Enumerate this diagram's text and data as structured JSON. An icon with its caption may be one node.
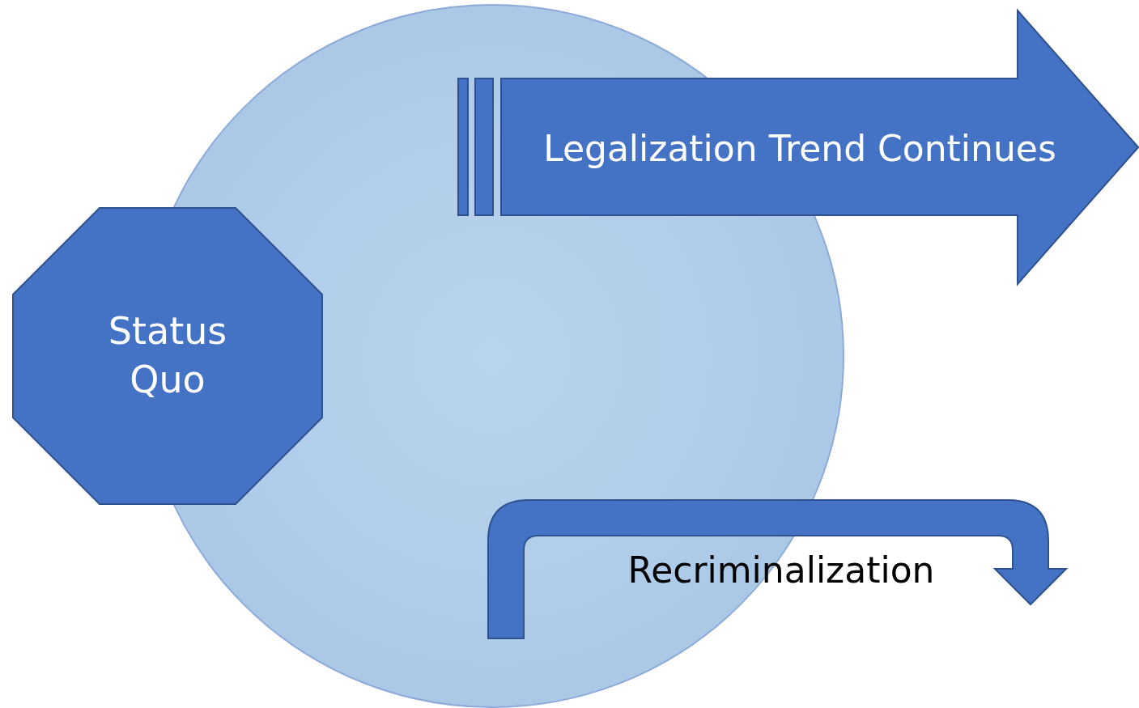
{
  "diagram": {
    "nodes": [
      {
        "text": [],
        "shape": "circle"
      },
      {
        "text": [
          "Status Quo"
        ]
      },
      {
        "text": [
          "Legalization Trend Continues"
        ]
      },
      {
        "text": [
          "Recriminalization"
        ]
      }
    ]
  }
}
